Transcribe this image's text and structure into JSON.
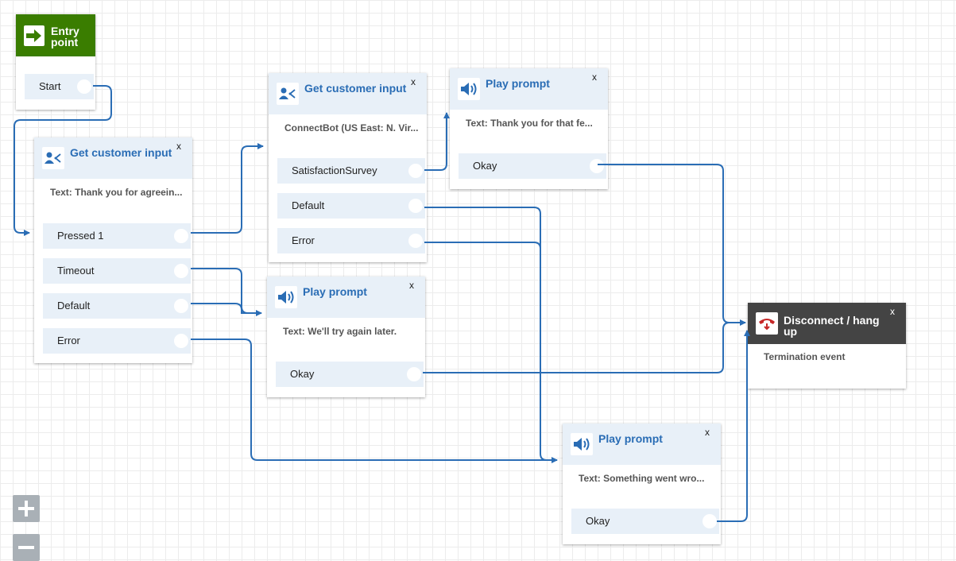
{
  "entry": {
    "title": "Entry point",
    "port": "Start"
  },
  "gci1": {
    "title": "Get customer input",
    "close": "x",
    "desc": "Text: Thank you for agreein...",
    "ports": [
      "Pressed 1",
      "Timeout",
      "Default",
      "Error"
    ]
  },
  "gci2": {
    "title": "Get customer input",
    "close": "x",
    "desc": "ConnectBot (US East: N. Vir...",
    "ports": [
      "SatisfactionSurvey",
      "Default",
      "Error"
    ]
  },
  "pp1": {
    "title": "Play prompt",
    "close": "x",
    "desc": "Text: Thank you for that fe...",
    "port": "Okay"
  },
  "pp2": {
    "title": "Play prompt",
    "close": "x",
    "desc": "Text: We'll try again later.",
    "port": "Okay"
  },
  "pp3": {
    "title": "Play prompt",
    "close": "x",
    "desc": "Text: Something went wro...",
    "port": "Okay"
  },
  "disconnect": {
    "title": "Disconnect / hang up",
    "close": "x",
    "desc": "Termination event"
  },
  "zoom": {
    "in": "+",
    "out": "−"
  },
  "colors": {
    "accent": "#2a6db5",
    "entry": "#3a7d00",
    "disconnect": "#444444",
    "port_bg": "#e8f0f8"
  }
}
